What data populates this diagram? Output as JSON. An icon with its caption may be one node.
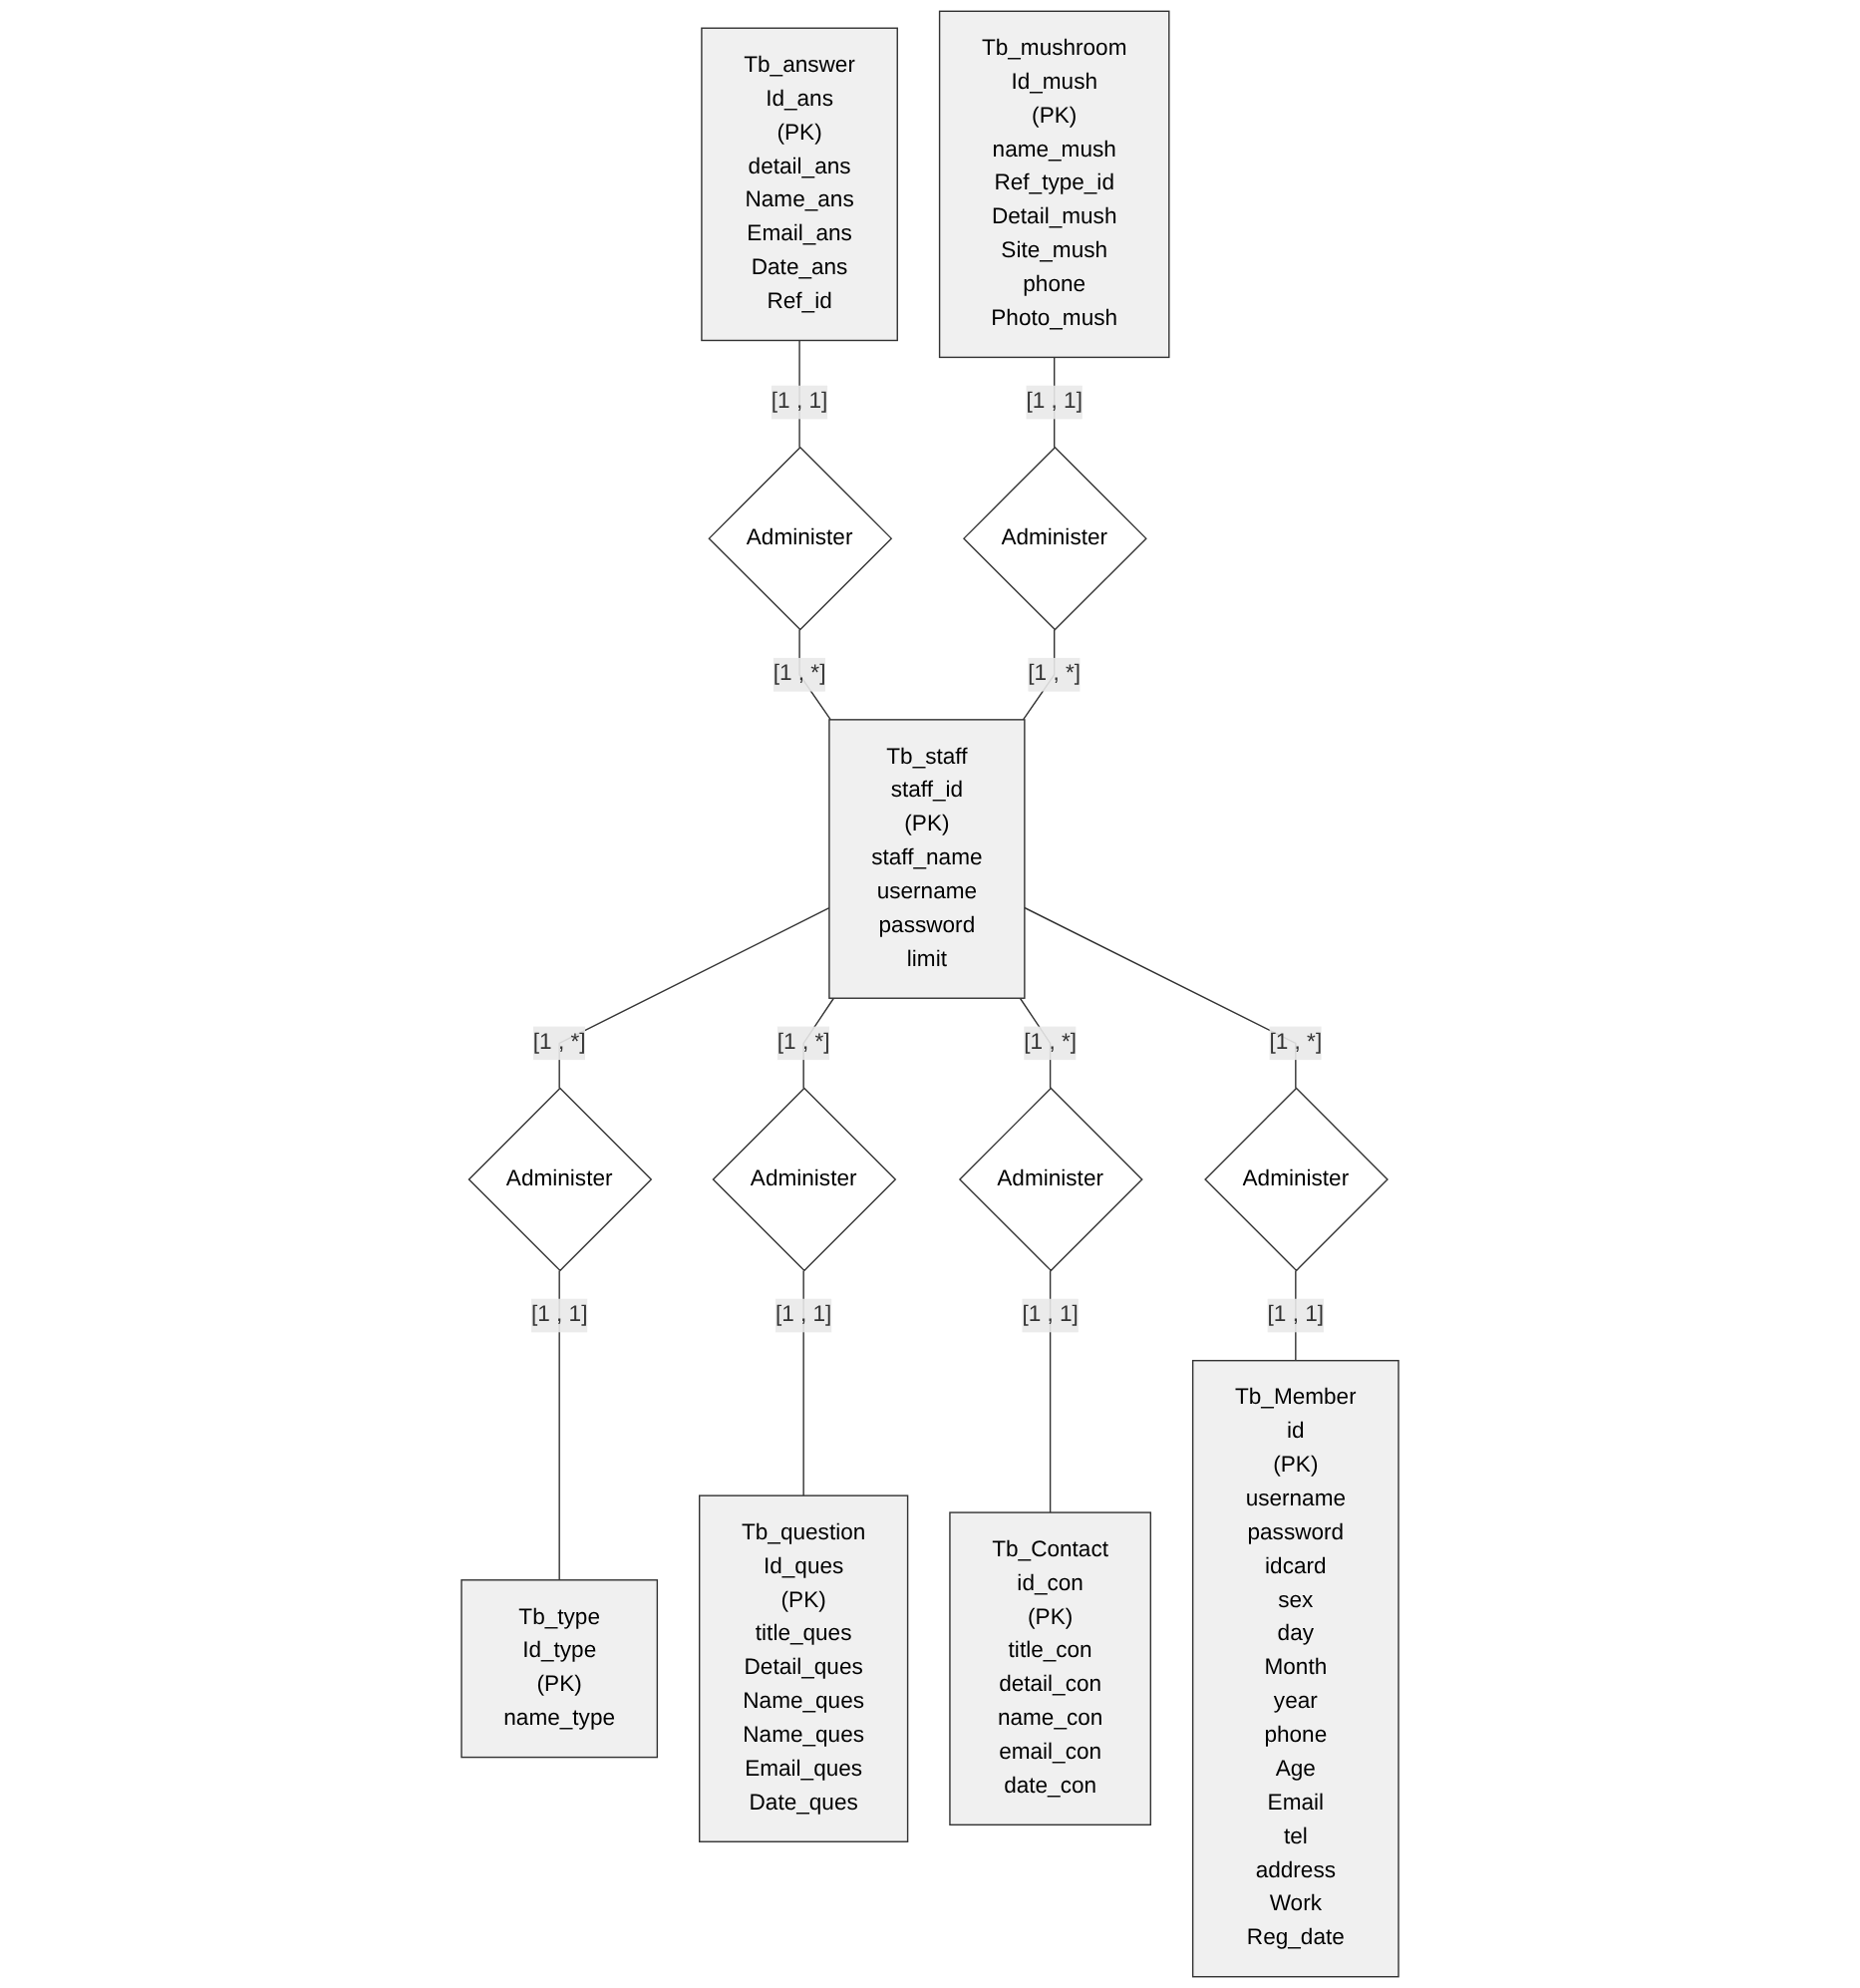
{
  "diagram": {
    "nodes": [
      {
        "text": [
          "Tb_answer",
          "Id_ans",
          "(PK)",
          "detail_ans",
          "Name_ans",
          "Email_ans",
          "Date_ans",
          "Ref_id"
        ]
      },
      {
        "text": [
          "Tb_mushroom",
          "Id_mush",
          "(PK)",
          "name_mush",
          "Ref_type_id",
          "Detail_mush",
          "Site_mush",
          "phone",
          "Photo_mush"
        ]
      },
      {
        "text": [
          "Administer"
        ]
      },
      {
        "text": [
          "Administer"
        ]
      },
      {
        "text": [
          "Tb_staff",
          "staff_id",
          "(PK)",
          "staff_name",
          "username",
          "password",
          "limit"
        ]
      },
      {
        "text": [
          "Tb_type",
          "Id_type",
          "(PK)",
          "name_type"
        ]
      },
      {
        "text": [
          "Administer"
        ]
      },
      {
        "text": [
          "Administer"
        ]
      },
      {
        "text": [
          "Tb_question",
          "Id_ques",
          "(PK)",
          "title_ques",
          "Detail_ques",
          "Name_ques",
          "Name_ques",
          "Email_ques",
          "Date_ques"
        ]
      },
      {
        "text": [
          "Administer"
        ]
      },
      {
        "text": [
          "Administer"
        ]
      },
      {
        "text": [
          "Tb_Contact",
          "id_con",
          "(PK)",
          "title_con",
          "detail_con",
          "name_con",
          "email_con",
          "date_con"
        ]
      },
      {
        "text": [
          "Tb_Member",
          "id",
          "(PK)",
          "username",
          "password",
          "idcard",
          "sex",
          "day",
          "Month",
          "year",
          "phone",
          "Age",
          "Email",
          "tel",
          "address",
          "Work",
          "Reg_date"
        ]
      }
    ],
    "edges": [
      {
        "from": 0,
        "to": 2,
        "arrow": "none",
        "label": "[1 , 1]"
      },
      {
        "from": 2,
        "to": 4,
        "arrow": "none",
        "label": "[1 , *]"
      },
      {
        "from": 1,
        "to": 3,
        "arrow": "none",
        "label": "[1 , 1]"
      },
      {
        "from": 3,
        "to": 4,
        "arrow": "none",
        "label": "[1 , *]"
      },
      {
        "from": 4,
        "to": 6,
        "arrow": "none",
        "label": "[1 , *]"
      },
      {
        "from": 6,
        "to": 5,
        "arrow": "none",
        "label": "[1 , 1]"
      },
      {
        "from": 4,
        "to": 7,
        "arrow": "none",
        "label": "[1 , *]"
      },
      {
        "from": 7,
        "to": 8,
        "arrow": "none",
        "label": "[1 , 1]"
      },
      {
        "from": 4,
        "to": 9,
        "arrow": "none",
        "label": "[1 , *]"
      },
      {
        "from": 9,
        "to": 11,
        "arrow": "none",
        "label": "[1 , 1]"
      },
      {
        "from": 4,
        "to": 10,
        "arrow": "none",
        "label": "[1 , *]"
      },
      {
        "from": 10,
        "to": 12,
        "arrow": "none",
        "label": "[1 , 1]"
      }
    ]
  }
}
